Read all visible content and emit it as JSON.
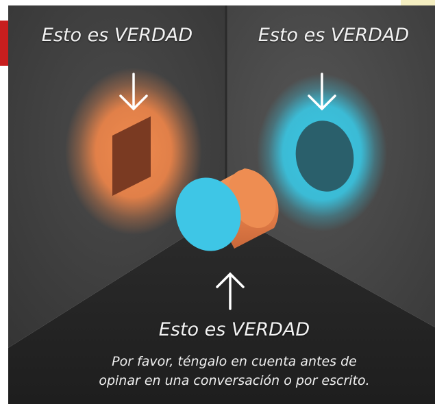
{
  "labels": {
    "left": "Esto es VERDAD",
    "right": "Esto es VERDAD",
    "bottom": "Esto es VERDAD"
  },
  "caption": {
    "line1": "Por favor, téngalo en cuenta antes de",
    "line2": "opinar en una conversación o por escrito."
  },
  "colors": {
    "wall_left": "#3d3d3d",
    "wall_right": "#4a4a4a",
    "floor": "#262626",
    "orange": "#e98349",
    "orange_dark": "#7a3a22",
    "cyan": "#39c7e4",
    "cyan_dark": "#2a5f6b",
    "text": "#f2f2f2",
    "red_tab": "#c81e1e"
  },
  "icons": [
    "down-arrow-icon",
    "down-arrow-icon",
    "up-arrow-icon"
  ]
}
